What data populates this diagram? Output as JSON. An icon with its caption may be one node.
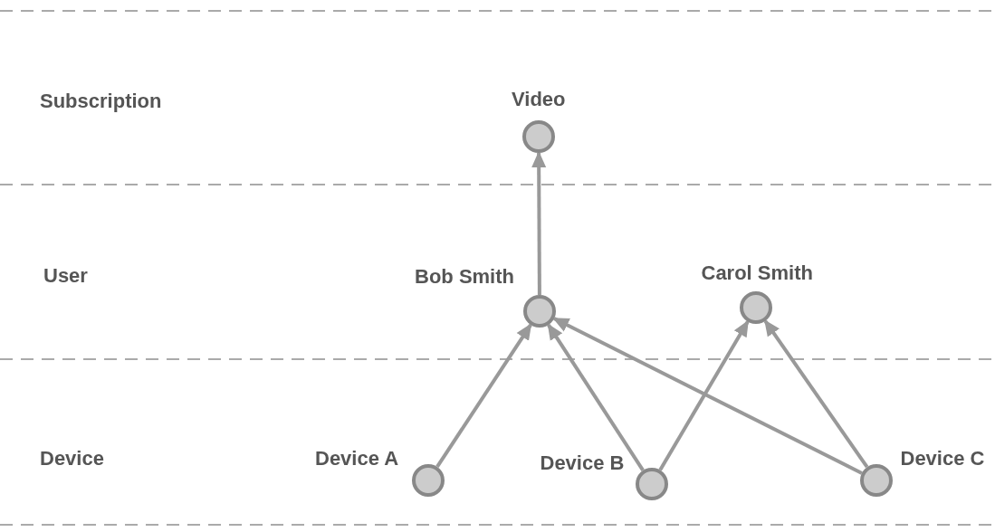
{
  "diagram": {
    "nodes": [
      {
        "text": [
          "Video"
        ]
      },
      {
        "text": [
          "Bob Smith"
        ]
      },
      {
        "text": [
          "Carol Smith"
        ]
      },
      {
        "text": [
          "Device A"
        ]
      },
      {
        "text": [
          "Device B"
        ]
      },
      {
        "text": [
          "Device C"
        ]
      }
    ],
    "edges": [
      {
        "from": 1,
        "to": 0,
        "arrow": "to"
      },
      {
        "from": 3,
        "to": 1,
        "arrow": "to"
      },
      {
        "from": 4,
        "to": 1,
        "arrow": "to"
      },
      {
        "from": 5,
        "to": 1,
        "arrow": "to"
      },
      {
        "from": 4,
        "to": 2,
        "arrow": "to"
      },
      {
        "from": 5,
        "to": 2,
        "arrow": "to"
      }
    ],
    "labels": [
      "Subscription",
      "User",
      "Device"
    ]
  }
}
